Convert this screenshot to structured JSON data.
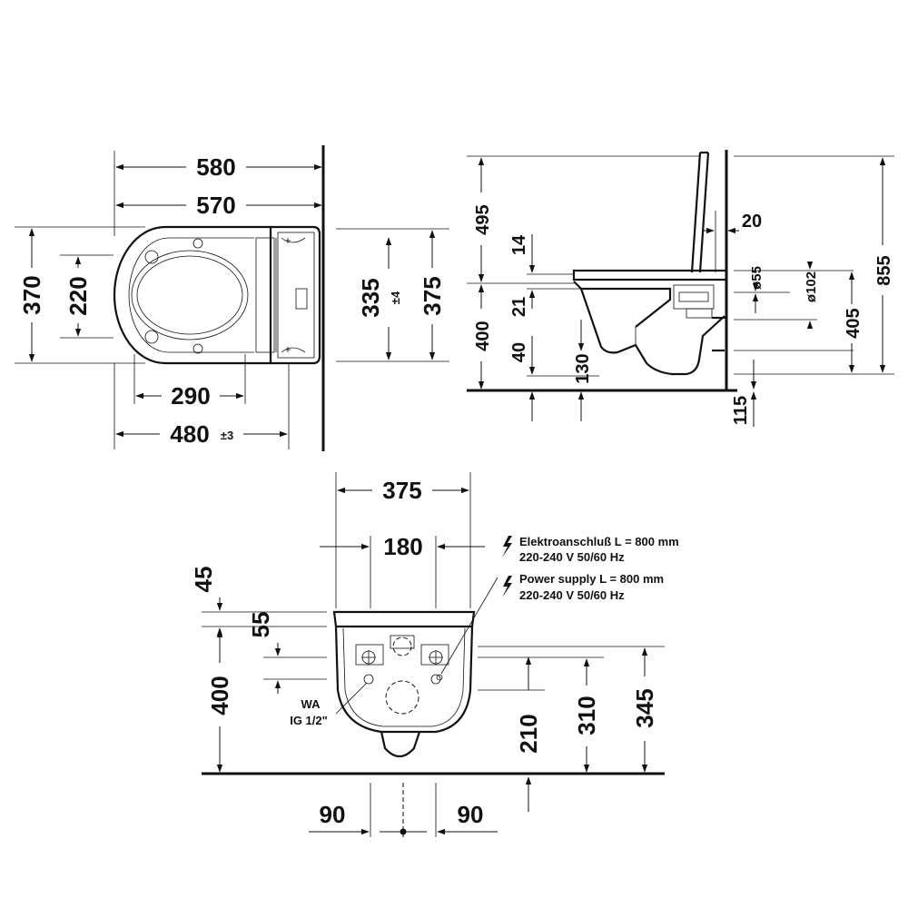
{
  "top_view": {
    "dims": {
      "width_outer": "580",
      "width_inner": "570",
      "height_total": "370",
      "height_inner": "220",
      "bowl_length": "290",
      "overall_length": "480",
      "overall_tol": "±3",
      "depth_a": "335",
      "depth_a_tol": "±4",
      "depth_b": "375"
    }
  },
  "side_view": {
    "dims": {
      "upper": "495",
      "gap_14": "14",
      "gap_21": "21",
      "lower": "400",
      "gap_40": "40",
      "gap_130": "130",
      "tank_offset": "20",
      "diameter_55": "ø55",
      "diameter_102": "ø102",
      "mid_405": "405",
      "total": "855",
      "floor_115": "115"
    }
  },
  "front_view": {
    "dims": {
      "top_width": "375",
      "mid_width": "180",
      "left_45": "45",
      "left_55": "55",
      "left_400": "400",
      "right_210": "210",
      "right_310": "310",
      "right_345": "345",
      "bottom_left": "90",
      "bottom_right": "90"
    },
    "labels": {
      "wa": "WA",
      "ig": "IG 1/2\"",
      "elektro_1": "Elektroanschluß L = 800 mm",
      "elektro_2": "220-240 V  50/60 Hz",
      "power_1": "Power supply L = 800 mm",
      "power_2": "220-240 V  50/60 Hz"
    },
    "icons": [
      "lightning-icon",
      "lightning-icon"
    ]
  }
}
